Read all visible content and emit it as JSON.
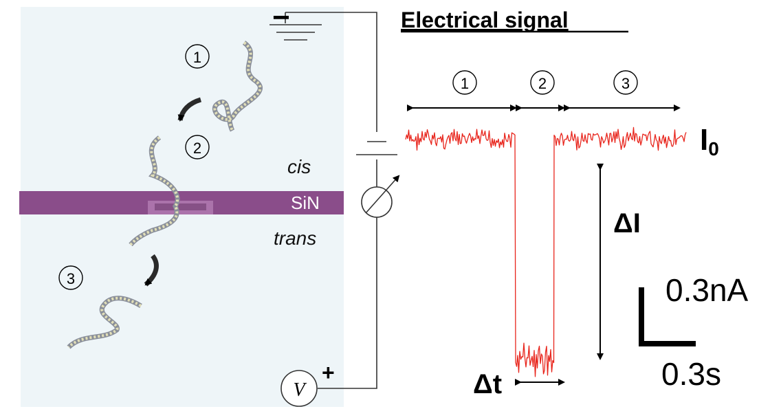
{
  "title": "Electrical signal",
  "labels": {
    "cis": "cis",
    "sin": "SiN",
    "trans": "trans",
    "minus": "−",
    "plus": "+",
    "voltage": "V",
    "i0": "I",
    "i0_sub": "0",
    "delta_i": "ΔI",
    "delta_t": "Δt",
    "scale_current": "0.3nA",
    "scale_time": "0.3s"
  },
  "steps": [
    "①",
    "②",
    "③"
  ],
  "colors": {
    "chamber": "#eef5f8",
    "membrane": "#8a4d8a",
    "trace": "#e8251c",
    "dna": "#b8b89a",
    "ink": "#000000"
  },
  "chart_data": {
    "type": "line",
    "title": "Electrical signal",
    "xlabel": "",
    "ylabel": "",
    "series": [
      {
        "values": [
          0,
          0,
          -1.05,
          -1.05,
          0,
          0
        ]
      }
    ],
    "x": [
      0,
      1,
      1,
      1.35,
      1.35,
      2.55
    ],
    "segments": [
      "①",
      "②",
      "③"
    ],
    "annotations": [
      "I0",
      "ΔI",
      "Δt"
    ],
    "scale_bars": {
      "current": "0.3nA",
      "time": "0.3s"
    }
  }
}
